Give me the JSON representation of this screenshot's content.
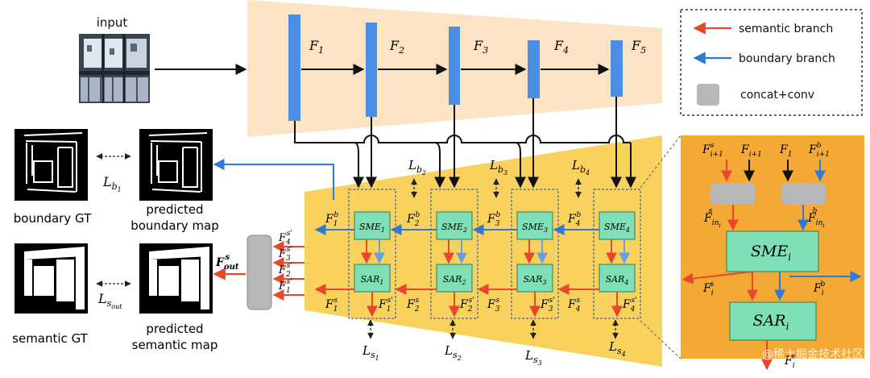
{
  "labels": {
    "input": "input",
    "boundary_gt": "boundary GT",
    "predicted_boundary_1": "predicted",
    "predicted_boundary_2": "boundary map",
    "semantic_gt": "semantic GT",
    "predicted_semantic_1": "predicted",
    "predicted_semantic_2": "semantic map",
    "watermark": "@稀土掘金技术社区"
  },
  "legend": {
    "semantic": "semantic branch",
    "boundary": "boundary branch",
    "concat": "concat+conv"
  },
  "features": [
    {
      "base": "F",
      "sub": "1"
    },
    {
      "base": "F",
      "sub": "2"
    },
    {
      "base": "F",
      "sub": "3"
    },
    {
      "base": "F",
      "sub": "4"
    },
    {
      "base": "F",
      "sub": "5"
    }
  ],
  "losses": {
    "lb1": {
      "base": "L",
      "sub": "b",
      "subsub": "1"
    },
    "lsout": {
      "base": "L",
      "sub": "s",
      "subsub": "out"
    },
    "lb": [
      {
        "base": "L",
        "sub": "b",
        "subsub": "2"
      },
      {
        "base": "L",
        "sub": "b",
        "subsub": "3"
      },
      {
        "base": "L",
        "sub": "b",
        "subsub": "4"
      }
    ],
    "ls": [
      {
        "base": "L",
        "sub": "s",
        "subsub": "1"
      },
      {
        "base": "L",
        "sub": "s",
        "subsub": "2"
      },
      {
        "base": "L",
        "sub": "s",
        "subsub": "3"
      },
      {
        "base": "L",
        "sub": "s",
        "subsub": "4"
      }
    ]
  },
  "modules": [
    {
      "sme": "SME",
      "sme_sub": "1",
      "sar": "SAR",
      "sar_sub": "1"
    },
    {
      "sme": "SME",
      "sme_sub": "2",
      "sar": "SAR",
      "sar_sub": "2"
    },
    {
      "sme": "SME",
      "sme_sub": "3",
      "sar": "SAR",
      "sar_sub": "3"
    },
    {
      "sme": "SME",
      "sme_sub": "4",
      "sar": "SAR",
      "sar_sub": "4"
    }
  ],
  "decoder": {
    "fb": [
      {
        "base": "F",
        "sub": "1",
        "sup": "b"
      },
      {
        "base": "F",
        "sub": "2",
        "sup": "b"
      },
      {
        "base": "F",
        "sub": "3",
        "sup": "b"
      },
      {
        "base": "F",
        "sub": "4",
        "sup": "b"
      }
    ],
    "fs": [
      {
        "base": "F",
        "sub": "1",
        "sup": "s"
      },
      {
        "base": "F",
        "sub": "2",
        "sup": "s"
      },
      {
        "base": "F",
        "sub": "3",
        "sup": "s"
      },
      {
        "base": "F",
        "sub": "4",
        "sup": "s"
      }
    ],
    "fsp": [
      {
        "base": "F",
        "sub": "1",
        "sup": "s'"
      },
      {
        "base": "F",
        "sub": "2",
        "sup": "s'"
      },
      {
        "base": "F",
        "sub": "3",
        "sup": "s'"
      },
      {
        "base": "F",
        "sub": "4",
        "sup": "s'"
      }
    ],
    "merge": [
      {
        "base": "F",
        "sub": "4",
        "sup": "s'"
      },
      {
        "base": "F",
        "sub": "3",
        "sup": "s'"
      },
      {
        "base": "F",
        "sub": "2",
        "sup": "s'"
      },
      {
        "base": "F",
        "sub": "1",
        "sup": "s'"
      }
    ],
    "fout": {
      "base": "F",
      "sub": "out",
      "sup": "s"
    }
  },
  "detail": {
    "in_s_top": {
      "base": "F",
      "sub": "i+1",
      "sup": "s"
    },
    "in_i1": {
      "base": "F",
      "sub": "i+1",
      "sup": ""
    },
    "in_1": {
      "base": "F",
      "sub": "1",
      "sup": ""
    },
    "in_b_top": {
      "base": "F",
      "sub": "i+1",
      "sup": "b"
    },
    "f_in_s": {
      "base": "F",
      "sub": "in",
      "subsub": "i",
      "sup": "s"
    },
    "f_in_b": {
      "base": "F",
      "sub": "in",
      "subsub": "i",
      "sup": "b"
    },
    "sme": {
      "base": "SME",
      "sub": "i"
    },
    "sar": {
      "base": "SAR",
      "sub": "i"
    },
    "fis": {
      "base": "F",
      "sub": "i",
      "sup": "s"
    },
    "fib": {
      "base": "F",
      "sub": "i",
      "sup": "b"
    },
    "fi_bottom": {
      "base": "F",
      "sub": "i",
      "sup": "s"
    }
  },
  "colors": {
    "encoder_bg": "#fbe3c4",
    "decoder_bg": "#f9d25e",
    "detail_bg": "#f5a935",
    "feature_bar": "#4a8fe3",
    "module_fill": "#7fe0b8",
    "semantic": "#e8472a",
    "boundary": "#2f7ad6",
    "concat": "#b8b8b8"
  }
}
